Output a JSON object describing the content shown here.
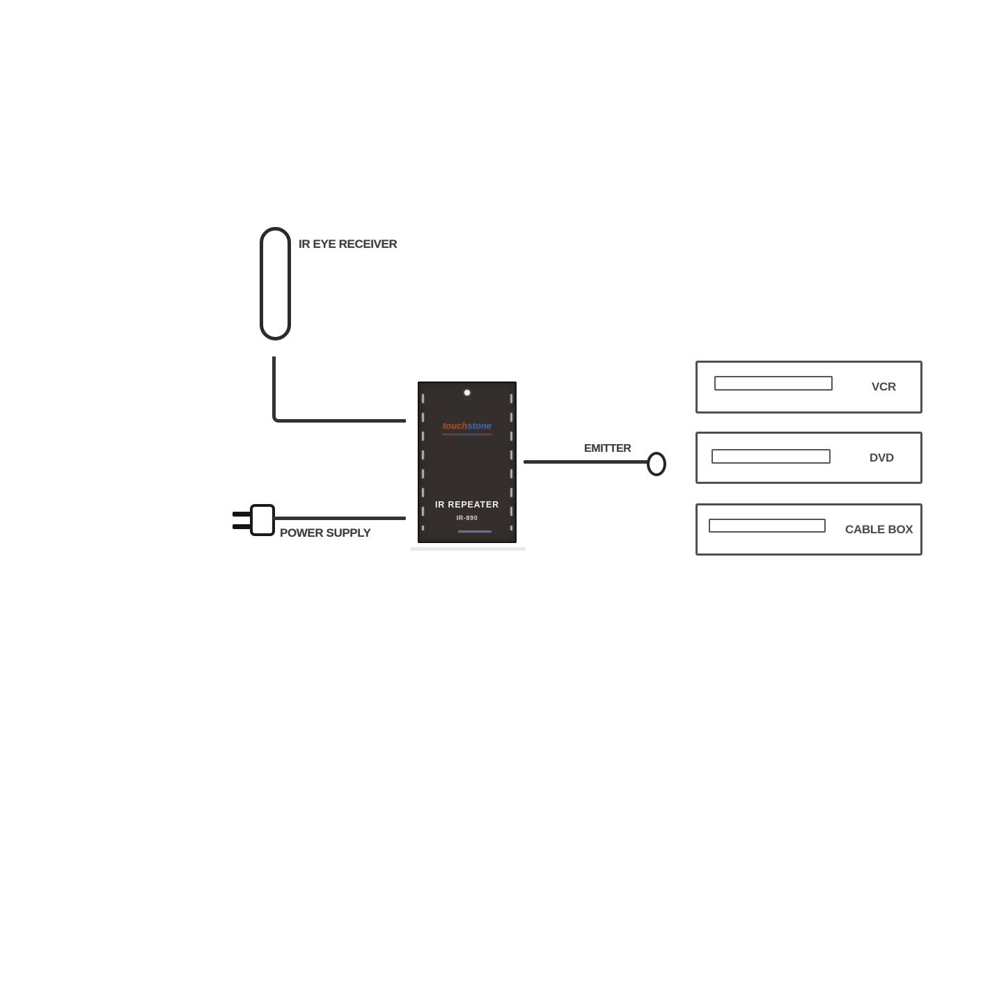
{
  "labels": {
    "receiver": "IR EYE RECEIVER",
    "power_supply": "POWER SUPPLY",
    "emitter": "EMITTER"
  },
  "repeater": {
    "brand_touch": "touch",
    "brand_stone": "stone",
    "name": "IR REPEATER",
    "model": "IR-890"
  },
  "devices": [
    {
      "label": "VCR"
    },
    {
      "label": "DVD"
    },
    {
      "label": "CABLE BOX"
    }
  ],
  "colors": {
    "line": "#333333",
    "box_border": "#4f4f4f",
    "repeater_body": "#342f2d",
    "brand_red": "#c64a2e",
    "brand_blue": "#3f6fb5",
    "label_text": "#3d3d3d"
  }
}
